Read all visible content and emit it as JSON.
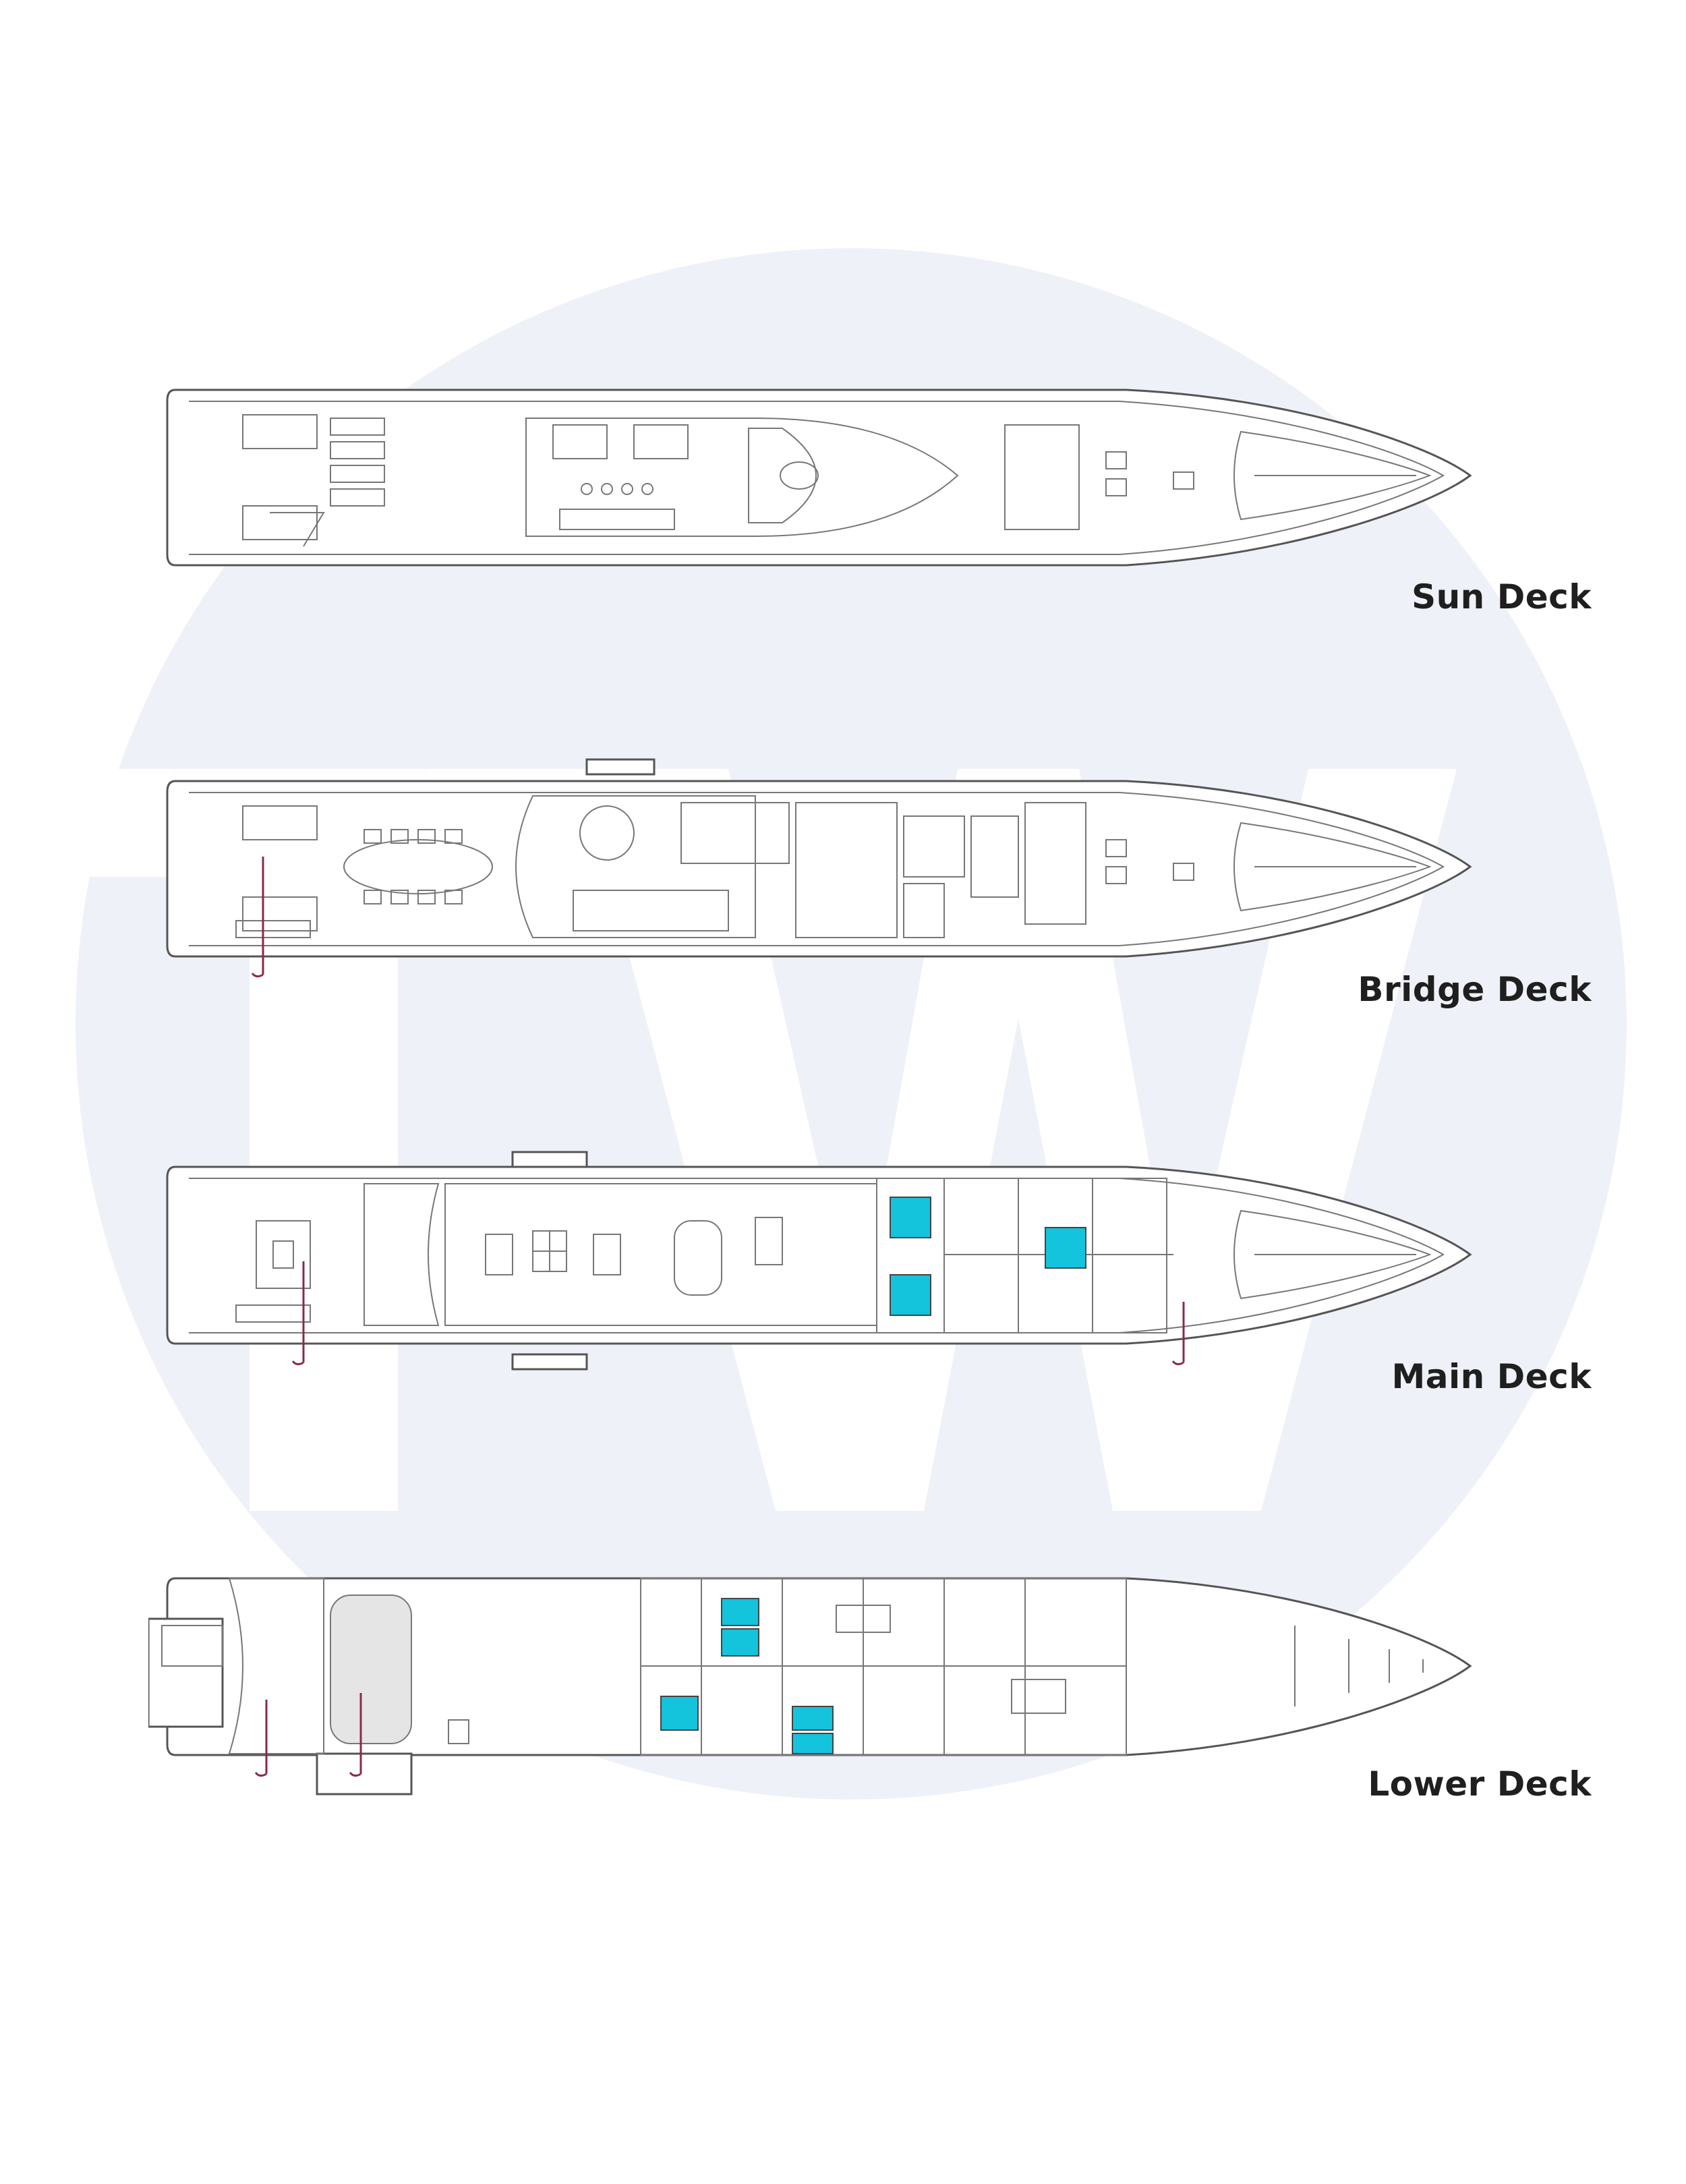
{
  "watermark": {
    "letters": "TW"
  },
  "decks": [
    {
      "id": "sun",
      "label": "Sun Deck"
    },
    {
      "id": "bridge",
      "label": "Bridge Deck"
    },
    {
      "id": "main",
      "label": "Main Deck"
    },
    {
      "id": "lower",
      "label": "Lower Deck"
    }
  ],
  "colors": {
    "cabin_bed": "#14c3dc",
    "outline": "#555555",
    "background_circle": "#eef1f8",
    "stair_marker": "#8a2a48"
  }
}
